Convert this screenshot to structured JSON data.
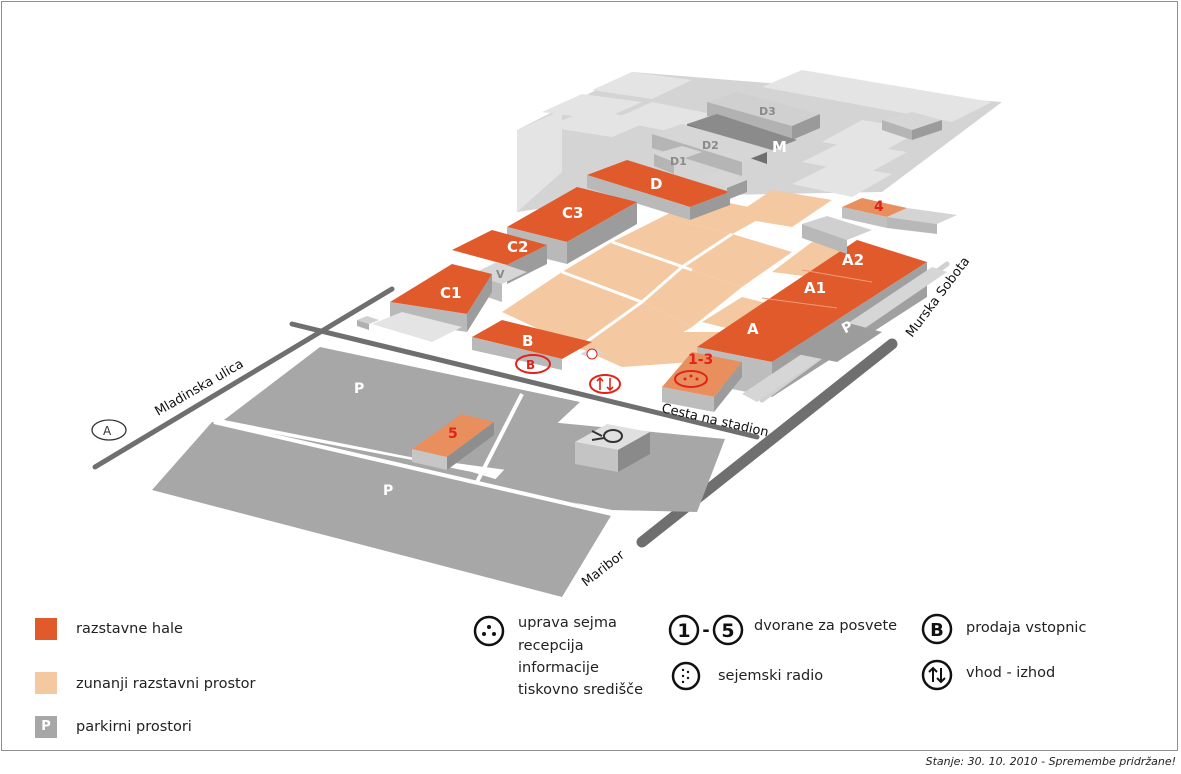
{
  "map": {
    "halls": {
      "C1": "C1",
      "C2": "C2",
      "C3": "C3",
      "D": "D",
      "B": "B",
      "A": "A",
      "A1": "A1",
      "A2": "A2"
    },
    "annexes": {
      "V": "V",
      "D1": "D1",
      "D2": "D2",
      "D3": "D3",
      "M": "M"
    },
    "conference": {
      "range": "1-3",
      "four": "4",
      "five": "5"
    },
    "roads": {
      "mladinska": "Mladinska ulica",
      "murska_sobota": "Murska Sobota",
      "cesta_na_stadion": "Cesta na stadion",
      "maribor": "Maribor"
    },
    "parking_letter": "P",
    "marker_A": "A",
    "icons": [
      "ticket-sale-icon",
      "entrance-exit-icon",
      "radio-icon",
      "management-icon",
      "post-horn-icon"
    ]
  },
  "legend": {
    "exhibition_halls": "razstavne hale",
    "outdoor_space": "zunanji razstavni prostor",
    "parking_letter": "P",
    "parking": "parkirni prostori",
    "management_lines": [
      "uprava sejma",
      "recepcija",
      "informacije",
      "tiskovno središče"
    ],
    "conference_from": "1",
    "conference_to": "5",
    "conference_dash": "-",
    "conference_rooms": "dvorane za posvete",
    "radio": "sejemski radio",
    "ticket_letter": "B",
    "tickets": "prodaja vstopnic",
    "entrance_exit": "vhod - izhod"
  },
  "status": "Stanje: 30. 10. 2010  - Spremembe pridržane!",
  "colors": {
    "hall": "#e05a2b",
    "hall_dark": "#b84a22",
    "outdoor": "#f4c8a0",
    "parking": "#a7a7a7",
    "annex": "#c9c9c9",
    "road": "#6f6f6f",
    "accent_red": "#e2231a"
  }
}
